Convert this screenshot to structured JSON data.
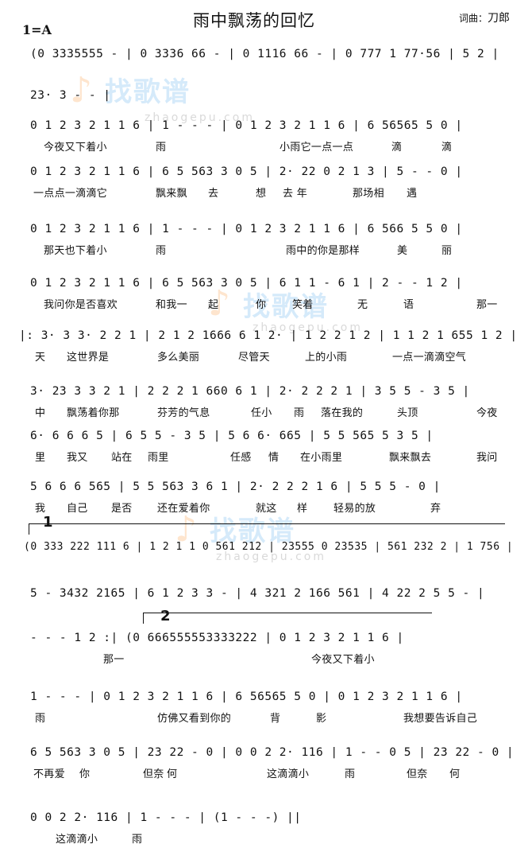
{
  "header": {
    "title": "雨中飘荡的回忆",
    "key": "1=A",
    "credit_label": "词曲：",
    "credit_name": "刀郎"
  },
  "rows": [
    {
      "notes": "(0 3335555 -  | 0 3336 66 -  | 0 1116 66 -  | 0 777 1 77·56 | 5 2 |",
      "lyrics": []
    },
    {
      "notes": "23· 3 -  - |",
      "lyrics": []
    },
    {
      "notes": "0 1 2 3 2 1 1 6 | 1 - - - | 0 1 2 3 2 1 1 6 | 6 56565 5  0 |",
      "lyrics": [
        {
          "t": "今夜又下着小"
        },
        {
          "t": "雨"
        },
        {
          "t": "小雨它一点一点"
        },
        {
          "t": "滴"
        },
        {
          "t": "滴"
        }
      ]
    },
    {
      "notes": "0 1 2 3 2 1 1 6 | 6 5 563 3  0 5 | 2· 22  0 2 1 3 | 5 - - 0 |",
      "lyrics": [
        {
          "t": "一点点一滴滴它"
        },
        {
          "t": "飘来飘"
        },
        {
          "t": "去"
        },
        {
          "t": "想"
        },
        {
          "t": "去 年"
        },
        {
          "t": "那场相"
        },
        {
          "t": "遇"
        }
      ]
    },
    {
      "notes": "0 1 2 3 2 1 1 6 | 1 - - - | 0 1 2 3 2 1 1 6 | 6 566 5 5  0 |",
      "lyrics": [
        {
          "t": "那天也下着小"
        },
        {
          "t": "雨"
        },
        {
          "t": "雨中的你是那样"
        },
        {
          "t": "美"
        },
        {
          "t": "丽"
        }
      ]
    },
    {
      "notes": "0 1 2 3 2 1 1 6 | 6 5 563 3  0 5 | 6 1 1 - 6 1 | 2 - - 1 2 |",
      "lyrics": [
        {
          "t": "我问你是否喜欢"
        },
        {
          "t": "和我一"
        },
        {
          "t": "起"
        },
        {
          "t": "你"
        },
        {
          "t": "笑着"
        },
        {
          "t": "无"
        },
        {
          "t": "语"
        },
        {
          "t": "那一"
        }
      ]
    },
    {
      "notes": "|: 3·  3 3· 2 2 1 | 2 1 2 1666  6 1 2· | 1 2 2  1 2 | 1 1 2 1 655  1 2 |",
      "lyrics": [
        {
          "t": "天"
        },
        {
          "t": "这世界是"
        },
        {
          "t": "多么美丽"
        },
        {
          "t": "尽管天"
        },
        {
          "t": "上的小雨"
        },
        {
          "t": "一点一滴滴空气"
        }
      ]
    },
    {
      "notes": "3·  23 3 3 2 1 | 2 2 2 1 660  6 1 | 2· 2 2 2 1 | 3 5 5 -  3 5 |",
      "lyrics": [
        {
          "t": "中"
        },
        {
          "t": "飘荡着你那"
        },
        {
          "t": "芬芳的气息"
        },
        {
          "t": "任小"
        },
        {
          "t": "雨"
        },
        {
          "t": "落在我的"
        },
        {
          "t": "头顶"
        },
        {
          "t": "今夜"
        }
      ]
    },
    {
      "notes": "6· 6 6  6 5 | 6 5 5 -  3 5 | 5 6 6· 665 | 5 5 565 5  3 5 |",
      "lyrics": [
        {
          "t": "里"
        },
        {
          "t": "我又"
        },
        {
          "t": "站在"
        },
        {
          "t": "雨里"
        },
        {
          "t": "任感"
        },
        {
          "t": "情"
        },
        {
          "t": "在小雨里"
        },
        {
          "t": "飘来飘去"
        },
        {
          "t": "我问"
        }
      ]
    },
    {
      "notes": "5 6  6 6  565 | 5 5 563 3  6 1 | 2· 2 2 2 1 6 | 5 5 5 - 0 |",
      "lyrics": [
        {
          "t": "我"
        },
        {
          "t": "自己"
        },
        {
          "t": "是否"
        },
        {
          "t": "还在爱着你"
        },
        {
          "t": "就这"
        },
        {
          "t": "样"
        },
        {
          "t": "轻易的放"
        },
        {
          "t": "弃"
        }
      ]
    },
    {
      "notes": "(0 333 222 111 6 | 1 2 1 1  0 561 212 | 23555  0 23535 | 561 232 2 | 1 756 |",
      "lyrics": []
    },
    {
      "notes": "5 -  3432 2165 | 6 1 2 3 3 - | 4 321 2 166  561 | 4 22 2 5 5 - |",
      "lyrics": []
    },
    {
      "notes": "- - - 1 2 :| (0 666555553333222 | 0 1 2 3 2 1 1 6 |",
      "lyrics": [
        {
          "t": "那一"
        },
        {
          "t": "今夜又下着小"
        }
      ]
    },
    {
      "notes": "1 - - - | 0 1 2 3 2 1 1 6 | 6 56565 5  0 | 0 1 2 3 2 1 1 6 |",
      "lyrics": [
        {
          "t": "雨"
        },
        {
          "t": "仿佛又看到你的"
        },
        {
          "t": "背"
        },
        {
          "t": "影"
        },
        {
          "t": "我想要告诉自己"
        }
      ]
    },
    {
      "notes": "6 5 563 3  0 5 | 23 22 - 0 | 0 0 2 2· 116 | 1 - - 0 5 | 23 22 - 0 |",
      "lyrics": [
        {
          "t": "不再爱"
        },
        {
          "t": "你"
        },
        {
          "t": "但奈"
        },
        {
          "t": "何"
        },
        {
          "t": "这滴滴小"
        },
        {
          "t": "雨"
        },
        {
          "t": "但奈"
        },
        {
          "t": "何"
        }
      ]
    },
    {
      "notes": "0 0 2 2· 116 | 1 - - - | (1 - - -) ||",
      "lyrics": [
        {
          "t": "这滴滴小"
        },
        {
          "t": "雨"
        }
      ]
    }
  ],
  "endings": {
    "first": "1",
    "second": "2"
  },
  "watermark": {
    "logo": "找歌谱",
    "url": "zhaogepu.com",
    "url_alt": "zhaogepu.com"
  }
}
